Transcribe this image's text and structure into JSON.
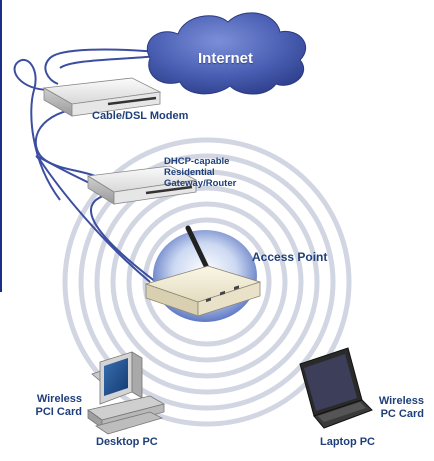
{
  "cloud": {
    "label": "Internet"
  },
  "modem": {
    "label": "Cable/DSL Modem"
  },
  "router": {
    "label_lines": [
      "DHCP-capable",
      "Residential",
      "Gateway/Router"
    ]
  },
  "access_point": {
    "label": "Access Point"
  },
  "desktop": {
    "card_lines": [
      "Wireless",
      "PCI Card"
    ],
    "label": "Desktop PC"
  },
  "laptop": {
    "card_lines": [
      "Wireless",
      "PC Card"
    ],
    "label": "Laptop PC"
  },
  "colors": {
    "label_text": "#1f3f7a",
    "cloud": "#3f56a8",
    "cable": "#3c4ea0",
    "frame_line": "#1a2f8a",
    "ring": "#d2d6e2"
  }
}
